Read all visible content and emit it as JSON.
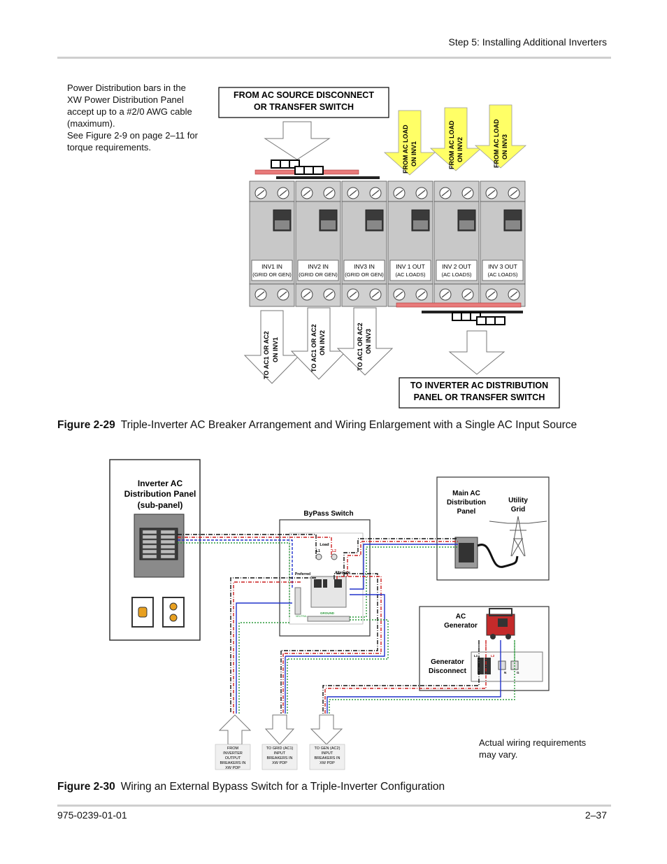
{
  "header": {
    "section_title": "Step 5: Installing Additional Inverters"
  },
  "figure29": {
    "note_lines": [
      "Power Distribution bars in the",
      "XW Power Distribution Panel",
      "accept up to a #2/0 AWG cable",
      "(maximum).",
      "See Figure 2-9 on page 2–11 for",
      "torque requirements."
    ],
    "source_box": [
      "FROM AC SOURCE DISCONNECT",
      "OR TRANSFER SWITCH"
    ],
    "load_arrows": [
      [
        "FROM AC LOAD",
        "ON INV1"
      ],
      [
        "FROM AC LOAD",
        "ON INV2"
      ],
      [
        "FROM AC LOAD",
        "ON INV3"
      ]
    ],
    "breakers": [
      [
        "INV1 IN",
        "(GRID OR GEN)"
      ],
      [
        "INV2  IN",
        "(GRID OR GEN)"
      ],
      [
        "INV3  IN",
        "(GRID OR GEN)"
      ],
      [
        "INV 1  OUT",
        "(AC LOADS)"
      ],
      [
        "INV 2  OUT",
        "(AC LOADS)"
      ],
      [
        "INV 3  OUT",
        "(AC LOADS)"
      ]
    ],
    "ac_arrows": [
      [
        "TO  AC1 OR AC2",
        "ON INV1"
      ],
      [
        "TO AC1 OR AC2",
        "ON INV2"
      ],
      [
        "TO AC1 OR AC2",
        "ON INV3"
      ]
    ],
    "dist_box": [
      "TO INVERTER AC DISTRIBUTION",
      "PANEL OR TRANSFER SWITCH"
    ],
    "caption_number": "Figure 2-29",
    "caption_text": "Triple-Inverter AC Breaker Arrangement and Wiring Enlargement with a Single AC Input Source"
  },
  "figure30": {
    "subpanel_title": [
      "Inverter AC",
      "Distribution Panel",
      "(sub-panel)"
    ],
    "bypass_title": "ByPass Switch",
    "bypass_labels": {
      "load": "Load",
      "l1": "L1",
      "l2": "L2",
      "preferred": "Preferred",
      "alternate": "Alternate",
      "neutral": "NEUTRAL",
      "ground": "GROUND"
    },
    "main_panel": [
      "Main AC",
      "Distribution",
      "Panel"
    ],
    "utility": [
      "Utility",
      "Grid"
    ],
    "generator": [
      "AC",
      "Generator"
    ],
    "gen_disconnect": [
      "Generator",
      "Disconnect"
    ],
    "gen_labels": {
      "l1": "L1",
      "l2": "L2",
      "n": "N",
      "g": "G"
    },
    "bottom_arrows": [
      [
        "FROM",
        "INVERTER",
        "OUTPUT",
        "BREAKERS IN",
        "XW PDP"
      ],
      [
        "TO GRID (AC1)",
        "INPUT",
        "BREAKERS IN",
        "XW PDP"
      ],
      [
        "TO GEN (AC2)",
        "INPUT",
        "BREAKERS IN",
        "XW PDP"
      ]
    ],
    "note": [
      "Actual wiring requirements",
      "may vary."
    ],
    "caption_number": "Figure 2-30",
    "caption_text": "Wiring an External Bypass Switch for a Triple-Inverter Configuration"
  },
  "footer": {
    "doc_number": "975-0239-01-01",
    "page_number": "2–37"
  },
  "colors": {
    "wire_red": "#cc1f1f",
    "wire_blue": "#2233cc",
    "wire_green": "#2a9a3a",
    "wire_black": "#111111",
    "arrow_yellow": "#ffff66",
    "bar_pink": "#e87a7a",
    "breaker_gray": "#c8c8c8",
    "rule_gray": "#cfcfcf"
  }
}
